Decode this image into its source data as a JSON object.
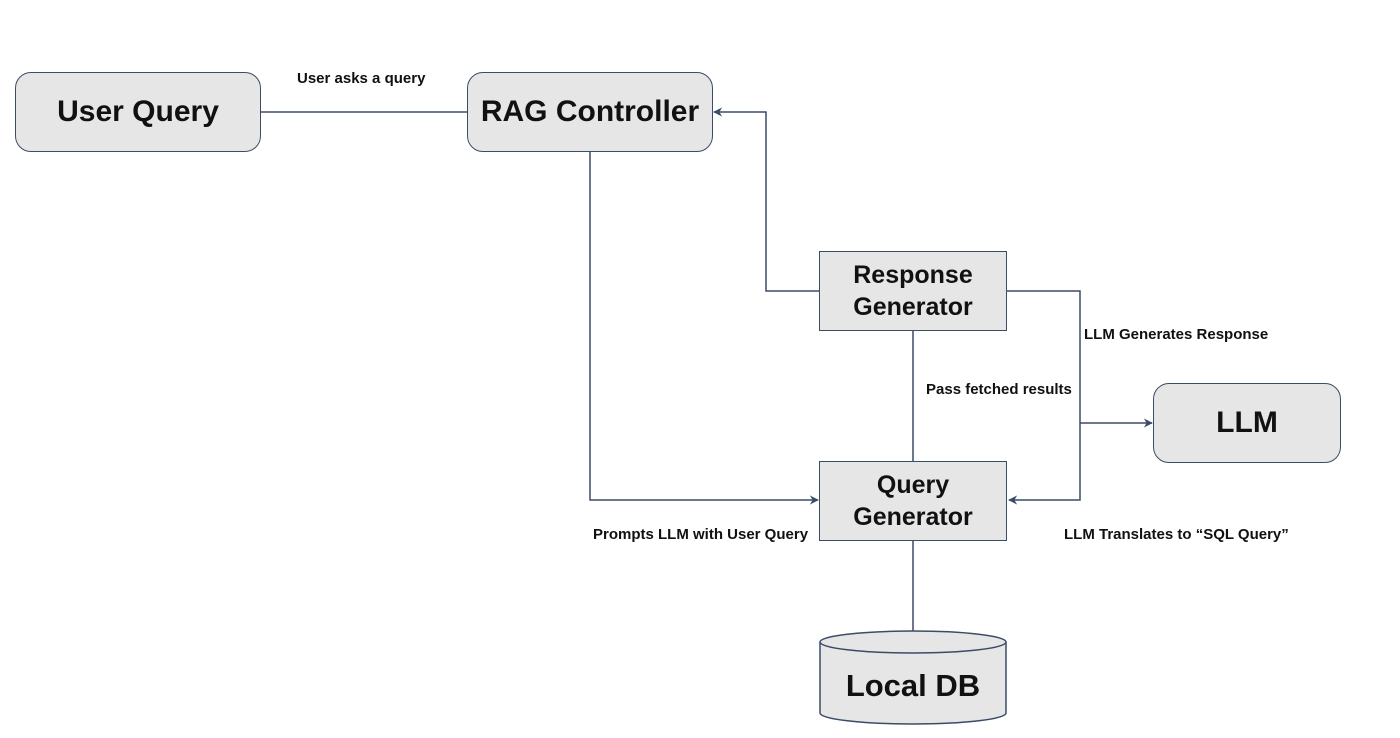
{
  "diagram": {
    "nodes": {
      "user_query": "User Query",
      "rag_controller": "RAG Controller",
      "response_generator": "Response Generator",
      "query_generator": "Query Generator",
      "llm": "LLM",
      "local_db": "Local DB"
    },
    "edges": {
      "user_asks": "User asks a query",
      "llm_generates_response": "LLM Generates Response",
      "pass_fetched_results": "Pass fetched results",
      "prompts_llm": "Prompts LLM with User Query",
      "llm_translates": "LLM Translates to “SQL Query”"
    },
    "colors": {
      "line": "#3b4c66",
      "box_fill": "#e6e6e6",
      "box_border": "#3b4c66"
    }
  }
}
